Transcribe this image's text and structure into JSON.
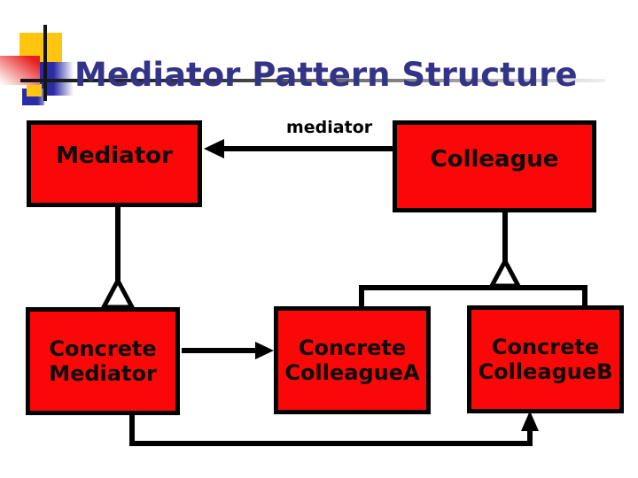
{
  "title": "Mediator Pattern Structure",
  "diagram": {
    "association_label": "mediator",
    "boxes": {
      "mediator": "Mediator",
      "colleague": "Colleague",
      "concrete_mediator": "Concrete\nMediator",
      "concrete_colleague_a": "Concrete\nColleagueA",
      "concrete_colleague_b": "Concrete\nColleagueB"
    },
    "relations": [
      {
        "from": "Colleague",
        "to": "Mediator",
        "type": "association-arrow",
        "label": "mediator"
      },
      {
        "from": "ConcreteMediator",
        "to": "Mediator",
        "type": "inheritance"
      },
      {
        "from": "ConcreteColleagueA",
        "to": "Colleague",
        "type": "inheritance"
      },
      {
        "from": "ConcreteColleagueB",
        "to": "Colleague",
        "type": "inheritance"
      },
      {
        "from": "ConcreteMediator",
        "to": "ConcreteColleagueA",
        "type": "association-arrow"
      },
      {
        "from": "ConcreteMediator",
        "to": "ConcreteColleagueB",
        "type": "association-arrow"
      }
    ]
  },
  "colors": {
    "box_fill": "#fa0808",
    "box_border": "#000000",
    "title_text": "#333388",
    "logo_yellow": "#ffc60d",
    "logo_blue": "#2b2ba8",
    "logo_red": "#e81e1e"
  }
}
